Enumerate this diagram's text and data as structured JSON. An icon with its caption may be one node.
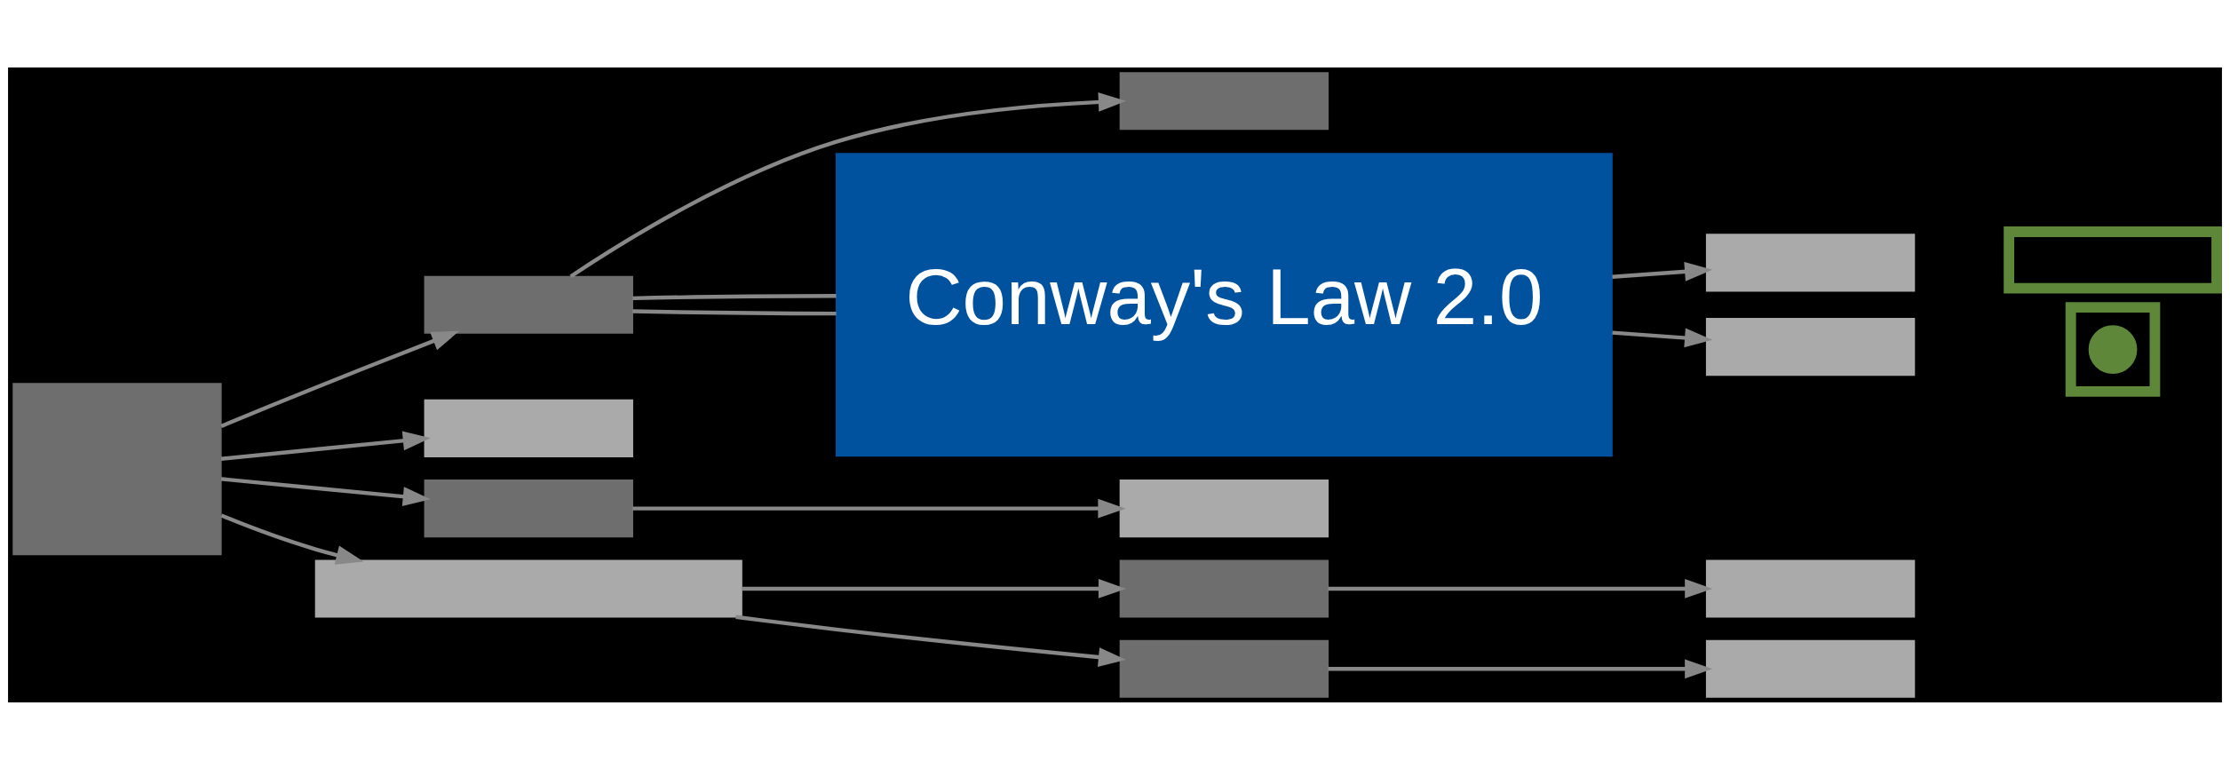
{
  "diagram": {
    "nodes": [
      {
        "text": [],
        "shape": "box"
      },
      {
        "text": [],
        "shape": "box"
      },
      {
        "text": [],
        "shape": "box"
      },
      {
        "text": [],
        "shape": "box"
      },
      {
        "text": [],
        "shape": "box"
      },
      {
        "text": [],
        "shape": "box"
      },
      {
        "text": [],
        "shape": "box"
      },
      {
        "text": [],
        "shape": "box"
      },
      {
        "text": [],
        "shape": "box"
      },
      {
        "text": [],
        "shape": "box"
      },
      {
        "text": [],
        "shape": "box"
      },
      {
        "text": [
          "Conway's Law 2.0"
        ]
      },
      {
        "text": [],
        "shape": "box"
      },
      {
        "text": [],
        "shape": "box"
      },
      {
        "text": [],
        "shape": "box"
      },
      {
        "text": [],
        "shape": "box"
      },
      {
        "text": [],
        "shape": "circle",
        "in": 15
      }
    ],
    "edges": [
      {
        "from": 0,
        "to": 1,
        "arrow": "to"
      },
      {
        "from": 0,
        "to": 3,
        "arrow": "to"
      },
      {
        "from": 0,
        "to": 5,
        "arrow": "to"
      },
      {
        "from": 0,
        "to": 10,
        "arrow": "to"
      },
      {
        "from": 1,
        "to": 2,
        "arrow": "to"
      },
      {
        "from": 1,
        "to": 11,
        "arrow": "none"
      },
      {
        "from": 1,
        "to": 11,
        "arrow": "none"
      },
      {
        "from": 5,
        "to": 4,
        "arrow": "to"
      },
      {
        "from": 8,
        "to": 6,
        "arrow": "to"
      },
      {
        "from": 9,
        "to": 7,
        "arrow": "to"
      },
      {
        "from": 10,
        "to": 8,
        "arrow": "to"
      },
      {
        "from": 10,
        "to": 9,
        "arrow": "to"
      },
      {
        "from": 11,
        "to": 12,
        "arrow": "to"
      },
      {
        "from": 11,
        "to": 13,
        "arrow": "to"
      }
    ]
  }
}
